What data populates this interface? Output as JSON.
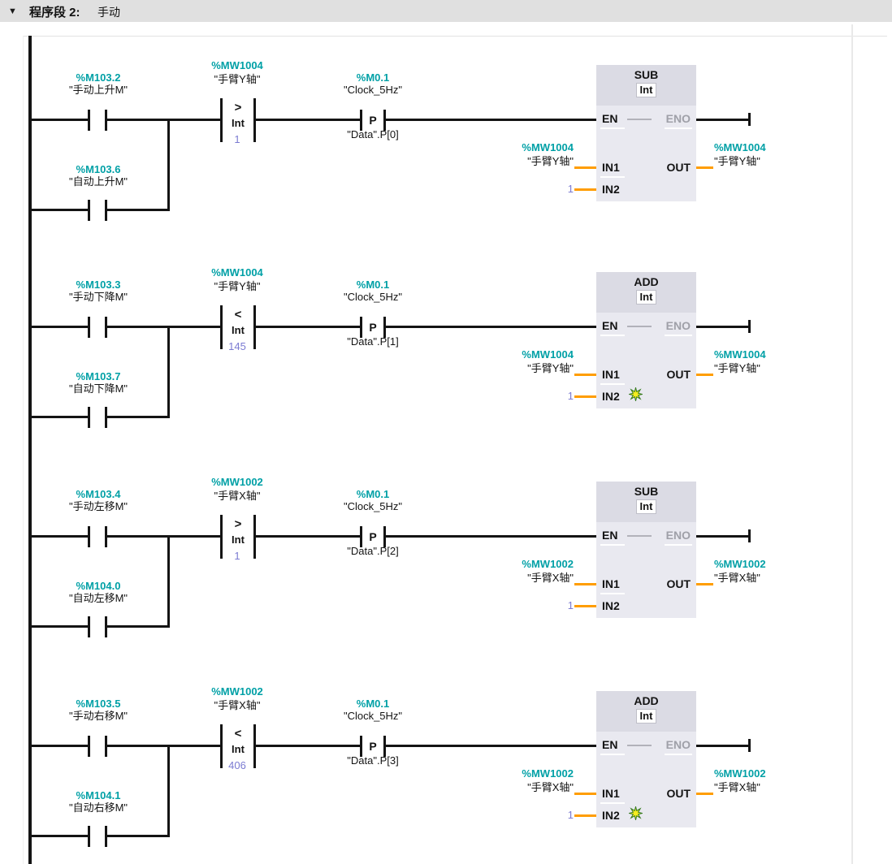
{
  "network": {
    "collapse_icon": "▼",
    "title": "程序段 2:",
    "comment": "手动"
  },
  "colors": {
    "operand_teal": "#00a0a6",
    "constant_blue": "#7b7bd2",
    "param_wire_orange": "#ff9d00",
    "wire_black": "#141414",
    "box_header": "#dbdbe4",
    "box_body": "#e9e9f0",
    "eno_gray": "#9fa0a8",
    "titlebar_gray": "#e0e0e0",
    "star_yellow": "#f6ec1e",
    "star_green": "#357a21"
  },
  "rungs": [
    {
      "contact1": {
        "address": "%M103.2",
        "name": "\"手动上升M\""
      },
      "contact2": {
        "address": "%M103.6",
        "name": "\"自动上升M\""
      },
      "compare": {
        "address": "%MW1004",
        "name": "\"手臂Y轴\"",
        "op": ">",
        "type": "Int",
        "value": "1"
      },
      "edge": {
        "address": "%M0.1",
        "name": "\"Clock_5Hz\"",
        "symbol": "P",
        "operand": "\"Data\".P[0]"
      },
      "box": {
        "op": "SUB",
        "type": "Int",
        "ports": {
          "en": "EN",
          "eno": "ENO",
          "in1": "IN1",
          "in2": "IN2",
          "out": "OUT"
        },
        "in1_operand": {
          "address": "%MW1004",
          "name": "\"手臂Y轴\""
        },
        "in2_value": "1",
        "out_operand": {
          "address": "%MW1004",
          "name": "\"手臂Y轴\""
        },
        "in2_star": false
      }
    },
    {
      "contact1": {
        "address": "%M103.3",
        "name": "\"手动下降M\""
      },
      "contact2": {
        "address": "%M103.7",
        "name": "\"自动下降M\""
      },
      "compare": {
        "address": "%MW1004",
        "name": "\"手臂Y轴\"",
        "op": "<",
        "type": "Int",
        "value": "145"
      },
      "edge": {
        "address": "%M0.1",
        "name": "\"Clock_5Hz\"",
        "symbol": "P",
        "operand": "\"Data\".P[1]"
      },
      "box": {
        "op": "ADD",
        "type": "Int",
        "ports": {
          "en": "EN",
          "eno": "ENO",
          "in1": "IN1",
          "in2": "IN2",
          "out": "OUT"
        },
        "in1_operand": {
          "address": "%MW1004",
          "name": "\"手臂Y轴\""
        },
        "in2_value": "1",
        "out_operand": {
          "address": "%MW1004",
          "name": "\"手臂Y轴\""
        },
        "in2_star": true
      }
    },
    {
      "contact1": {
        "address": "%M103.4",
        "name": "\"手动左移M\""
      },
      "contact2": {
        "address": "%M104.0",
        "name": "\"自动左移M\""
      },
      "compare": {
        "address": "%MW1002",
        "name": "\"手臂X轴\"",
        "op": ">",
        "type": "Int",
        "value": "1"
      },
      "edge": {
        "address": "%M0.1",
        "name": "\"Clock_5Hz\"",
        "symbol": "P",
        "operand": "\"Data\".P[2]"
      },
      "box": {
        "op": "SUB",
        "type": "Int",
        "ports": {
          "en": "EN",
          "eno": "ENO",
          "in1": "IN1",
          "in2": "IN2",
          "out": "OUT"
        },
        "in1_operand": {
          "address": "%MW1002",
          "name": "\"手臂X轴\""
        },
        "in2_value": "1",
        "out_operand": {
          "address": "%MW1002",
          "name": "\"手臂X轴\""
        },
        "in2_star": false
      }
    },
    {
      "contact1": {
        "address": "%M103.5",
        "name": "\"手动右移M\""
      },
      "contact2": {
        "address": "%M104.1",
        "name": "\"自动右移M\""
      },
      "compare": {
        "address": "%MW1002",
        "name": "\"手臂X轴\"",
        "op": "<",
        "type": "Int",
        "value": "406"
      },
      "edge": {
        "address": "%M0.1",
        "name": "\"Clock_5Hz\"",
        "symbol": "P",
        "operand": "\"Data\".P[3]"
      },
      "box": {
        "op": "ADD",
        "type": "Int",
        "ports": {
          "en": "EN",
          "eno": "ENO",
          "in1": "IN1",
          "in2": "IN2",
          "out": "OUT"
        },
        "in1_operand": {
          "address": "%MW1002",
          "name": "\"手臂X轴\""
        },
        "in2_value": "1",
        "out_operand": {
          "address": "%MW1002",
          "name": "\"手臂X轴\""
        },
        "in2_star": true
      }
    }
  ]
}
